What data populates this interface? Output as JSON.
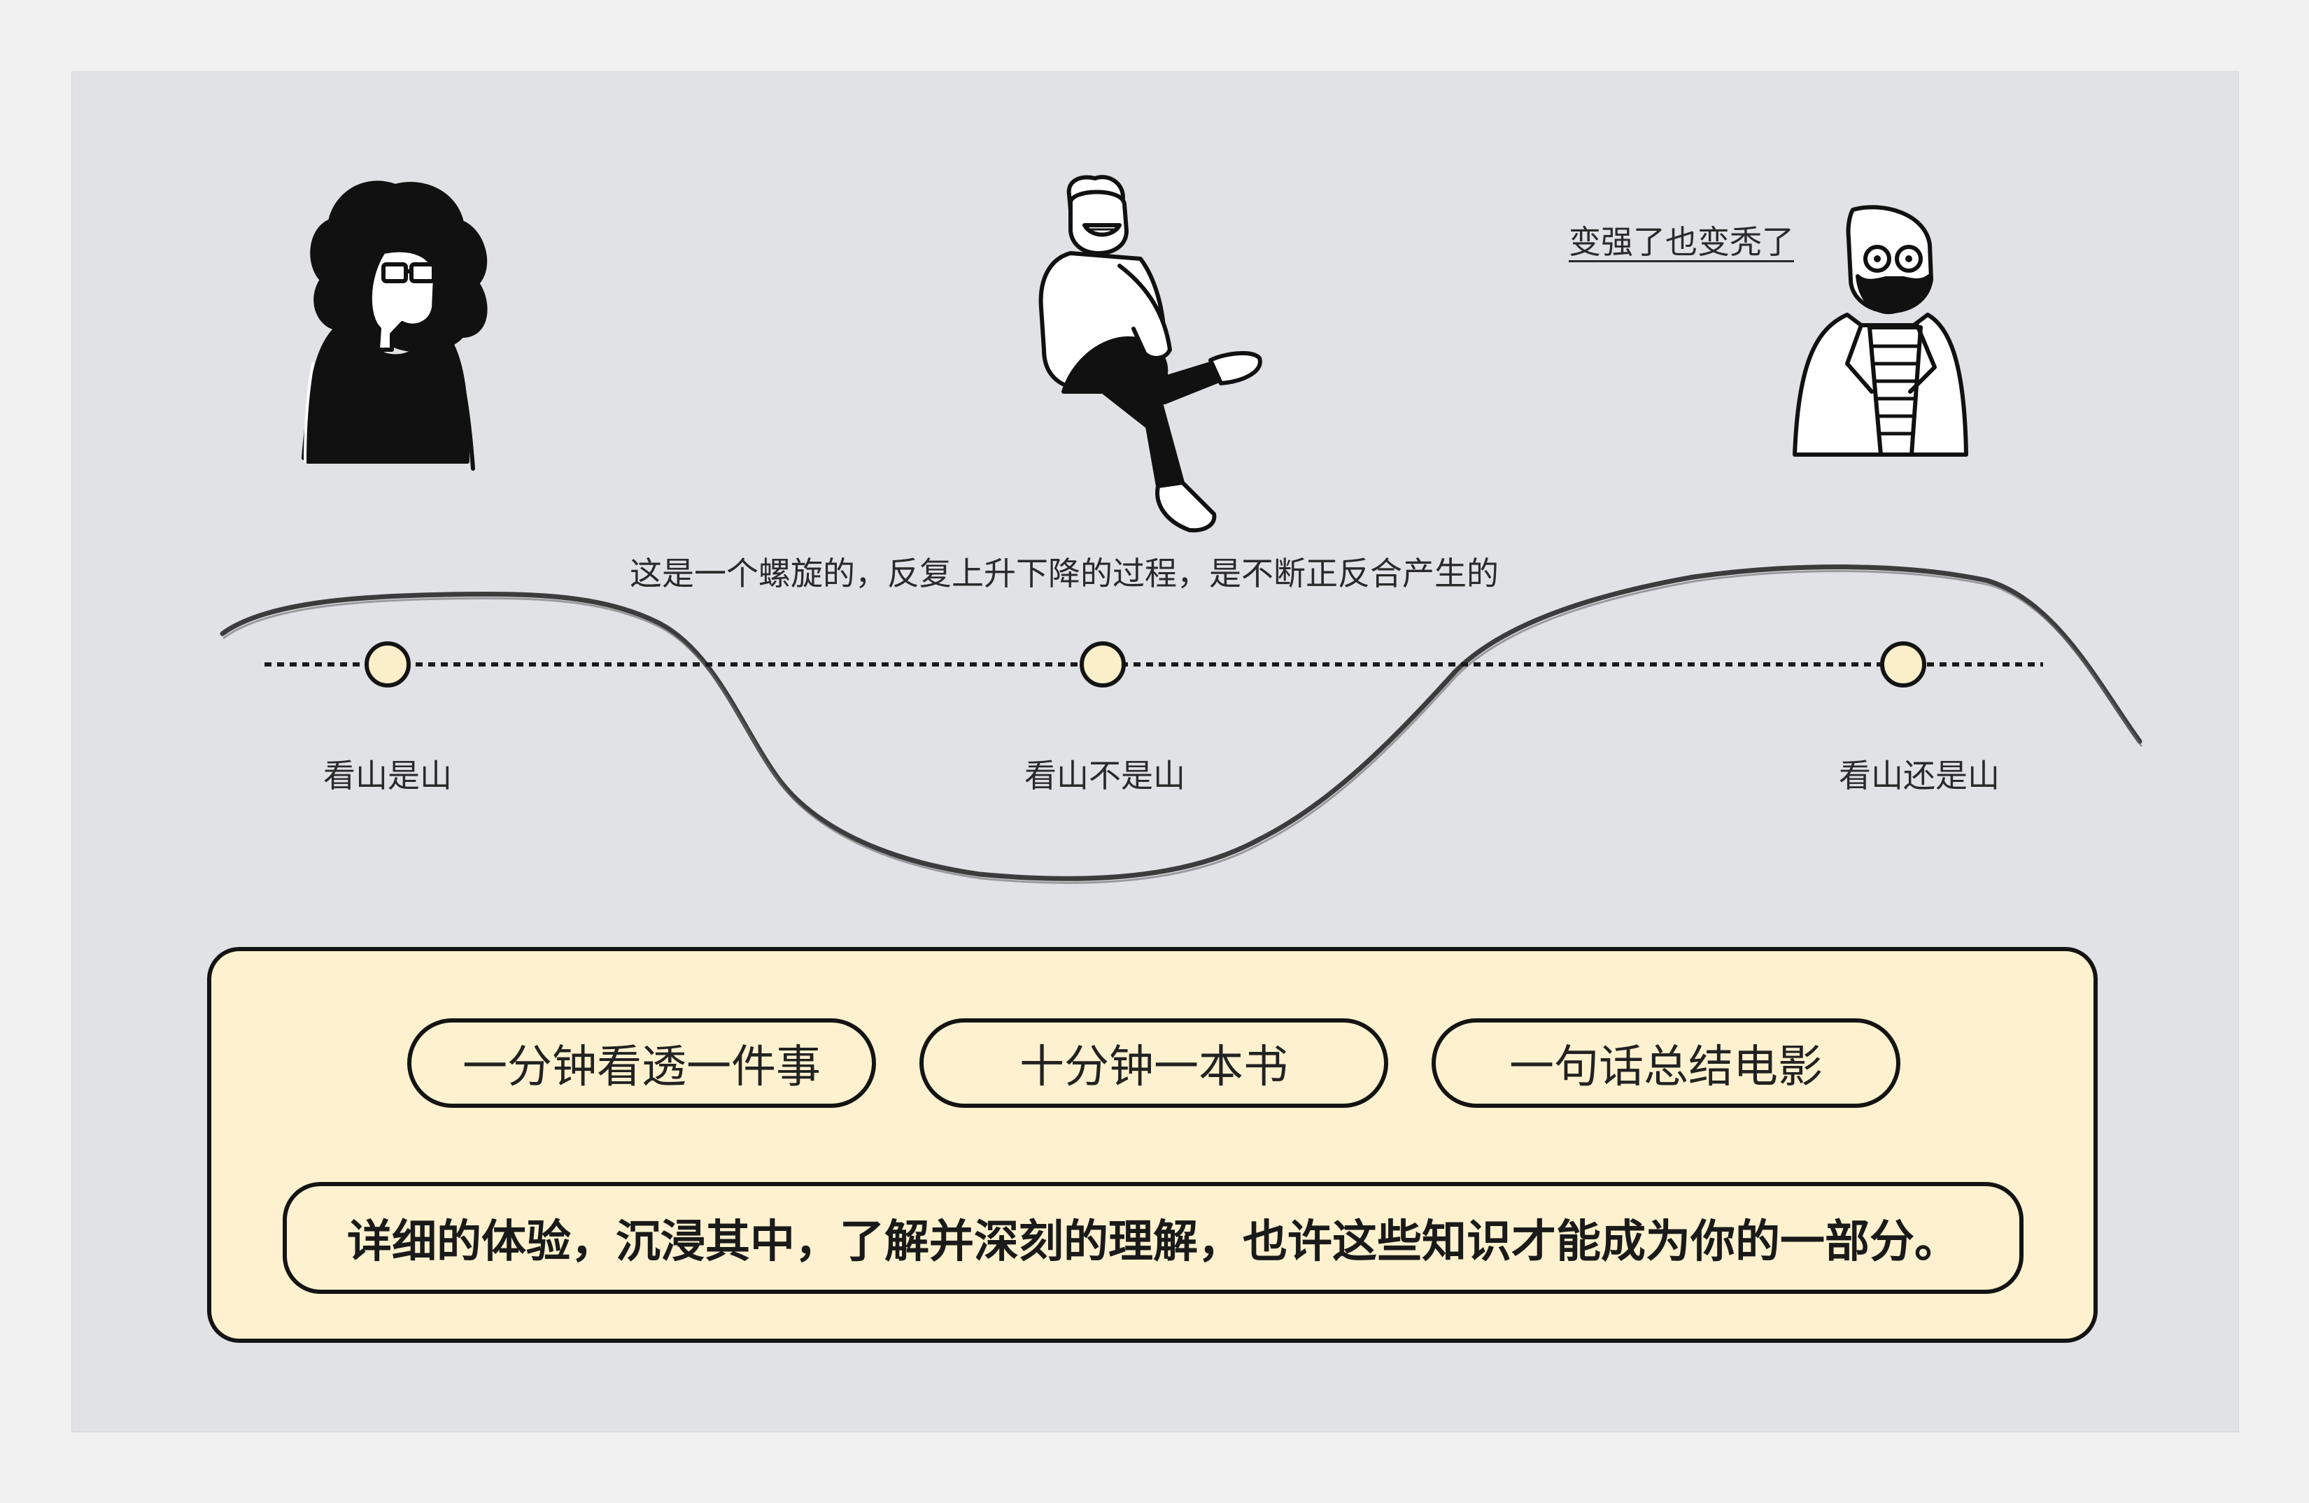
{
  "spiral_note": "这是一个螺旋的，反复上升下降的过程，是不断正反合产生的",
  "bald_caption": "变强了也变秃了",
  "stages": [
    {
      "label": "看山是山"
    },
    {
      "label": "看山不是山"
    },
    {
      "label": "看山还是山"
    }
  ],
  "colors": {
    "canvas": "#e1e2e6",
    "panel": "#fdf1cf",
    "node_fill": "#fbefc9",
    "ink": "#141414"
  },
  "panel": {
    "pills": [
      {
        "label": "一分钟看透一件事"
      },
      {
        "label": "十分钟一本书"
      },
      {
        "label": "一句话总结电影"
      }
    ],
    "statement": "详细的体验，沉浸其中，了解并深刻的理解，也许这些知识才能成为你的一部分。"
  }
}
